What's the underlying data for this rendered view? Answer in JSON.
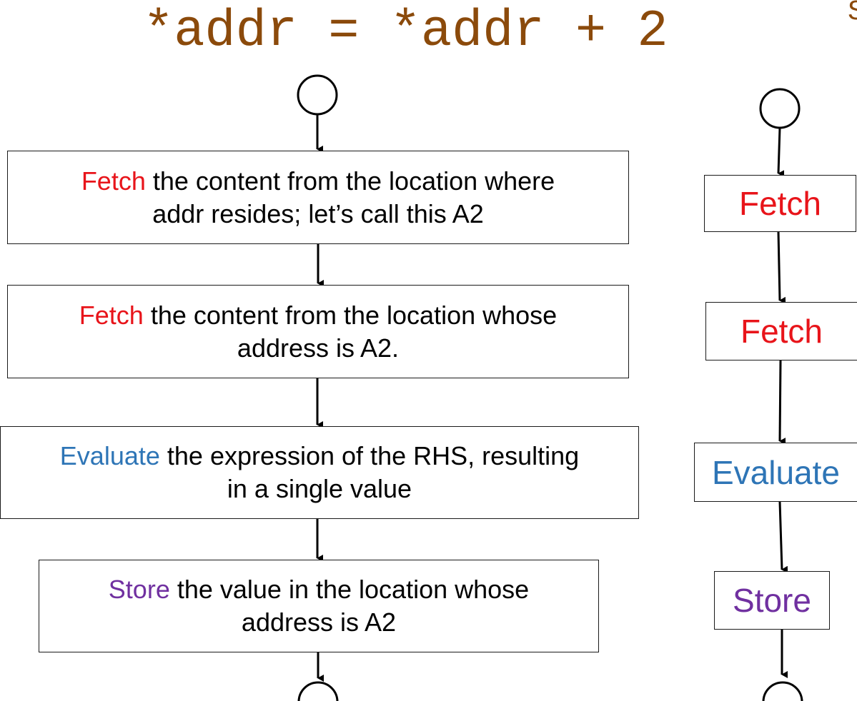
{
  "title": "*addr = *addr + 2",
  "title_fragment": "S",
  "colors": {
    "title": "#8B4A0B",
    "fetch": "#E8141A",
    "evaluate": "#2E75B6",
    "store": "#7030A0",
    "line": "#000000"
  },
  "detailed_flow": {
    "steps": [
      {
        "keyword": "Fetch",
        "line1_rest": " the content from the location where",
        "line2": "addr resides; let’s call this A2"
      },
      {
        "keyword": "Fetch",
        "line1_rest": " the content from the location whose",
        "line2": "address is A2."
      },
      {
        "keyword": "Evaluate",
        "line1_rest": " the expression of the RHS, resulting",
        "line2": "in a single value"
      },
      {
        "keyword": "Store",
        "line1_rest": " the value in the location whose",
        "line2": "address is A2"
      }
    ]
  },
  "compact_flow": {
    "steps": [
      {
        "label": "Fetch"
      },
      {
        "label": "Fetch"
      },
      {
        "label": "Evaluate"
      },
      {
        "label": "Store"
      }
    ]
  }
}
